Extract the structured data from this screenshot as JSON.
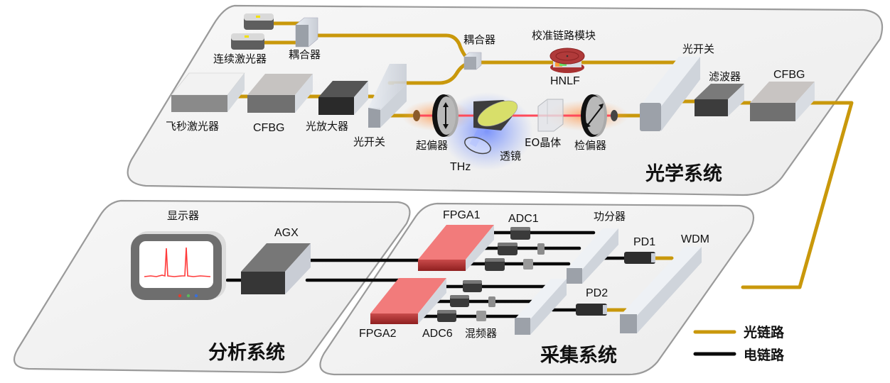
{
  "systems": {
    "optical": "光学系统",
    "analysis": "分析系统",
    "acquisition": "采集系统"
  },
  "optical": {
    "cw_laser": "连续激光器",
    "coupler1": "耦合器",
    "coupler2": "耦合器",
    "calib_module": "校准链路模块",
    "hnlf": "HNLF",
    "switch_right": "光开关",
    "filter": "滤波器",
    "cfbg_right": "CFBG",
    "fs_laser": "飞秒激光器",
    "cfbg_left": "CFBG",
    "amplifier": "光放大器",
    "switch_left": "光开关",
    "polarizer": "起偏器",
    "lens": "透镜",
    "thz": "THz",
    "eo_crystal": "EO晶体",
    "analyzer": "检偏器"
  },
  "analysis": {
    "display": "显示器",
    "agx": "AGX"
  },
  "acquisition": {
    "fpga1": "FPGA1",
    "fpga2": "FPGA2",
    "adc1": "ADC1",
    "adc6": "ADC6",
    "mixer": "混频器",
    "splitter": "功分器",
    "pd1": "PD1",
    "pd2": "PD2",
    "wdm": "WDM"
  },
  "legend": {
    "optical_link": "光链路",
    "electrical_link": "电链路",
    "colors": {
      "optical": "#C9980B",
      "electrical": "#0a0a0a"
    }
  },
  "display_trace": {
    "peaks": 2,
    "trace_color": "#ff3b3b",
    "indicator_colors": [
      "#e23b2e",
      "#5cb85c",
      "#3a6fd8"
    ]
  }
}
